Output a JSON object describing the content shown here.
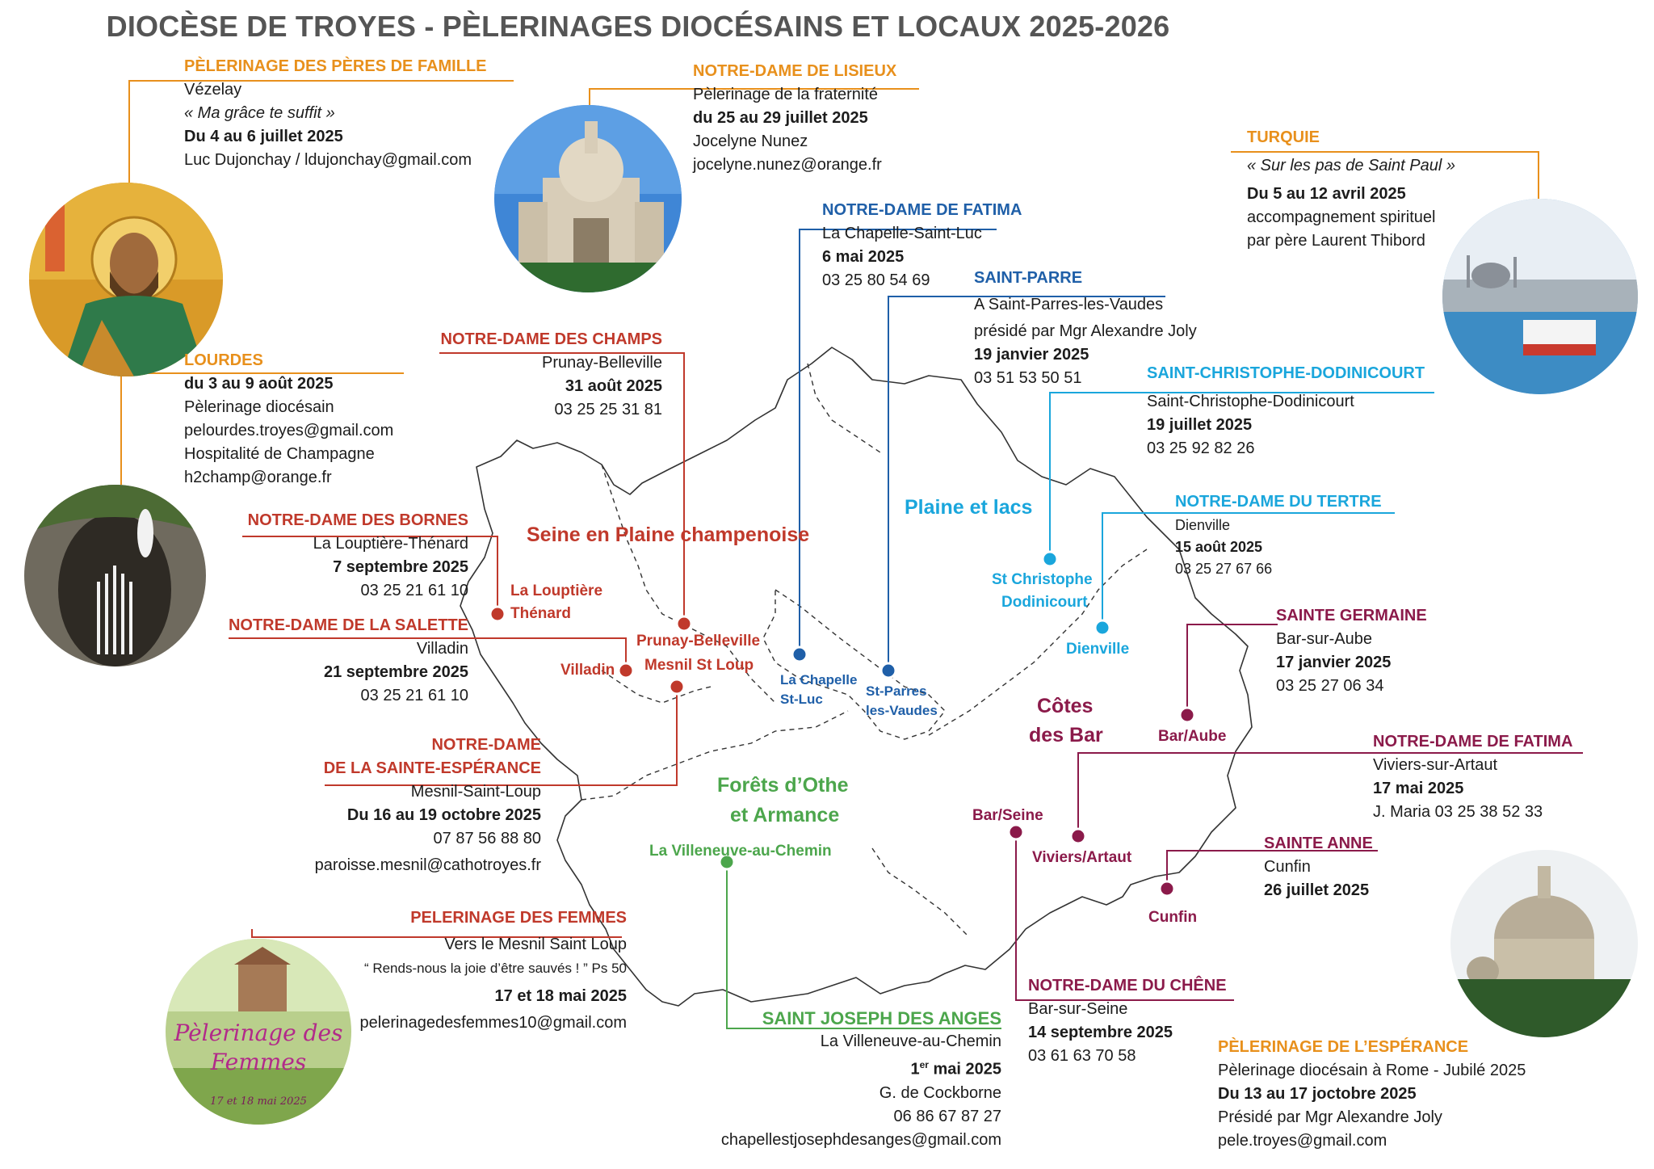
{
  "title": "DIOCÈSE DE TROYES - PÈLERINAGES DIOCÉSAINS ET LOCAUX 2025-2026",
  "colors": {
    "orange": "#e8901c",
    "red": "#c0392b",
    "blue": "#1f5fa8",
    "cyan": "#1aa6dc",
    "purple": "#8b1a4a",
    "green": "#4ca64c"
  },
  "regions": {
    "seine_plaine": "Seine en Plaine  champenoise",
    "plaine_lacs": "Plaine et lacs",
    "cotes_bar_1": "Côtes",
    "cotes_bar_2": "des Bar",
    "forets_1": "Forêts d’Othe",
    "forets_2": "et Armance"
  },
  "places": {
    "louptiere_1": "La Louptière",
    "louptiere_2": "Thénard",
    "villadin": "Villadin",
    "prunay": "Prunay-Belleville",
    "mesnil": "Mesnil St Loup",
    "chapelle_1": "La Chapelle",
    "chapelle_2": "St-Luc",
    "stparres_1": "St-Parres",
    "stparres_2": "les-Vaudes",
    "stchristophe_1": "St Christophe",
    "stchristophe_2": "Dodinicourt",
    "dienville": "Dienville",
    "bar_aube": "Bar/Aube",
    "bar_seine": "Bar/Seine",
    "viviers": "Viviers/Artaut",
    "cunfin": "Cunfin",
    "villeneuve": "La Villeneuve-au-Chemin"
  },
  "pilgrimages": {
    "peres_famille": {
      "title": "PÈLERINAGE DES PÈRES DE FAMILLE",
      "place": "Vézelay",
      "quote": "« Ma grâce te suffit »",
      "date": "Du 4 au 6 juillet 2025",
      "contact": "Luc Dujonchay / ldujonchay@gmail.com"
    },
    "lisieux": {
      "title": "NOTRE-DAME DE LISIEUX",
      "line1": "Pèlerinage de la fraternité",
      "date": "du 25 au 29 juillet 2025",
      "contact": "Jocelyne Nunez",
      "email": "jocelyne.nunez@orange.fr"
    },
    "turquie": {
      "title": "TURQUIE",
      "quote": "« Sur les pas de Saint Paul »",
      "date": "Du 5 au 12 avril 2025",
      "line1": "accompagnement spirituel",
      "line2": "par père Laurent Thibord"
    },
    "fatima_1": {
      "title": "NOTRE-DAME DE FATIMA",
      "place": "La Chapelle-Saint-Luc",
      "date": "6 mai 2025",
      "phone": "03 25 80 54 69"
    },
    "saint_parre": {
      "title": "SAINT-PARRE",
      "place": "A Saint-Parres-les-Vaudes",
      "line1": "présidé par Mgr Alexandre Joly",
      "date": "19 janvier 2025",
      "phone": "03 51 53 50 51"
    },
    "champs": {
      "title": "NOTRE-DAME DES CHAMPS",
      "place": "Prunay-Belleville",
      "date": "31 août 2025",
      "phone": "03 25 25 31 81"
    },
    "lourdes": {
      "title": "LOURDES",
      "date": "du 3 au 9 août 2025",
      "line1": "Pèlerinage diocésain",
      "email1": "pelourdes.troyes@gmail.com",
      "line2": "Hospitalité de Champagne",
      "email2": "h2champ@orange.fr"
    },
    "st_christophe": {
      "title": "SAINT-CHRISTOPHE-DODINICOURT",
      "place": "Saint-Christophe-Dodinicourt",
      "date": "19 juillet 2025",
      "phone": "03 25 92 82 26"
    },
    "tertre": {
      "title": "NOTRE-DAME DU TERTRE",
      "place": "Dienville",
      "date": "15 août 2025",
      "phone": "03 25 27 67 66"
    },
    "bornes": {
      "title": "NOTRE-DAME DES BORNES",
      "place": "La Louptière-Thénard",
      "date": "7 septembre 2025",
      "phone": "03 25 21 61 10"
    },
    "salette": {
      "title": "NOTRE-DAME DE LA SALETTE",
      "place": "Villadin",
      "date": "21 septembre 2025",
      "phone": "03 25 21 61 10"
    },
    "germaine": {
      "title": "SAINTE GERMAINE",
      "place": "Bar-sur-Aube",
      "date": "17 janvier 2025",
      "phone": "03 25 27 06 34"
    },
    "esperance_loc": {
      "title1": "NOTRE-DAME",
      "title2": "DE LA SAINTE-ESPÉRANCE",
      "place": "Mesnil-Saint-Loup",
      "date": "Du 16 au 19 octobre 2025",
      "phone": "07 87 56 88 80",
      "email": "paroisse.mesnil@cathotroyes.fr"
    },
    "fatima_2": {
      "title": "NOTRE-DAME DE FATIMA",
      "place": "Viviers-sur-Artaut",
      "date": "17 mai 2025",
      "contact": "J. Maria 03 25 38 52 33"
    },
    "anne": {
      "title": "SAINTE ANNE",
      "place": "Cunfin",
      "date": "26 juillet 2025"
    },
    "femmes": {
      "title": "PELERINAGE DES FEMMES",
      "place": "Vers le Mesnil Saint Loup",
      "quote": "“ Rends-nous la joie d’être sauvés ! ” Ps 50",
      "date": "17 et 18 mai 2025",
      "email": "pelerinagedesfemmes10@gmail.com",
      "logo1": "Pèlerinage des",
      "logo2": "Femmes",
      "logo3": "17 et 18 mai 2025"
    },
    "joseph": {
      "title": "SAINT JOSEPH DES ANGES",
      "place": "La Villeneuve-au-Chemin",
      "date_num": "1",
      "date_sup": "er",
      "date_rest": " mai 2025",
      "contact": "G. de Cockborne",
      "phone": "06 86 67 87 27",
      "email": "chapellestjosephdesanges@gmail.com"
    },
    "chene": {
      "title": "NOTRE-DAME DU CHÊNE",
      "place": "Bar-sur-Seine",
      "date": "14 septembre 2025",
      "phone": "03 61 63 70 58"
    },
    "esperance_rome": {
      "title": "PÈLERINAGE DE L’ESPÉRANCE",
      "line1": "Pèlerinage diocésain à Rome - Jubilé 2025",
      "date": "Du 13 au 17 joctobre 2025",
      "line2": "Présidé par Mgr Alexandre Joly",
      "email": "pele.troyes@gmail.com"
    }
  }
}
